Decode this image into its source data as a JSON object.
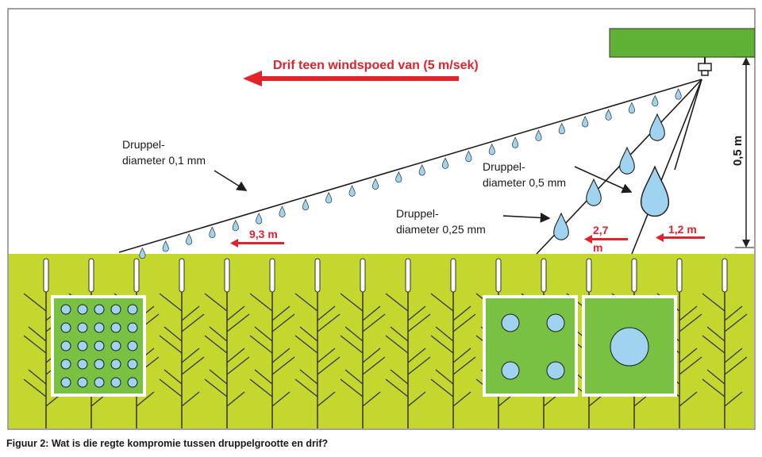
{
  "wind_label": "Drif teen windspoed van (5 m/sek)",
  "height_label": "0,5 m",
  "small": {
    "label_line1": "Druppel-",
    "label_line2": "diameter 0,1 mm",
    "drift": "9,3 m"
  },
  "medium": {
    "label_line1": "Druppel-",
    "label_line2": "diameter 0,25 mm",
    "drift_line1": "2,7",
    "drift_line2": "m"
  },
  "large": {
    "label_line1": "Druppel-",
    "label_line2": "diameter 0,5 mm",
    "drift": "1,2 m"
  },
  "caption": "Figuur 2: Wat is die regte kompromie tussen druppelgrootte en drif?",
  "colors": {
    "boom": "#5fb135",
    "field": "#c4d72e",
    "panel": "#79c143",
    "drop": "#9fd3f0",
    "arrow": "#e3222b",
    "outline": "#1d1d1b"
  }
}
